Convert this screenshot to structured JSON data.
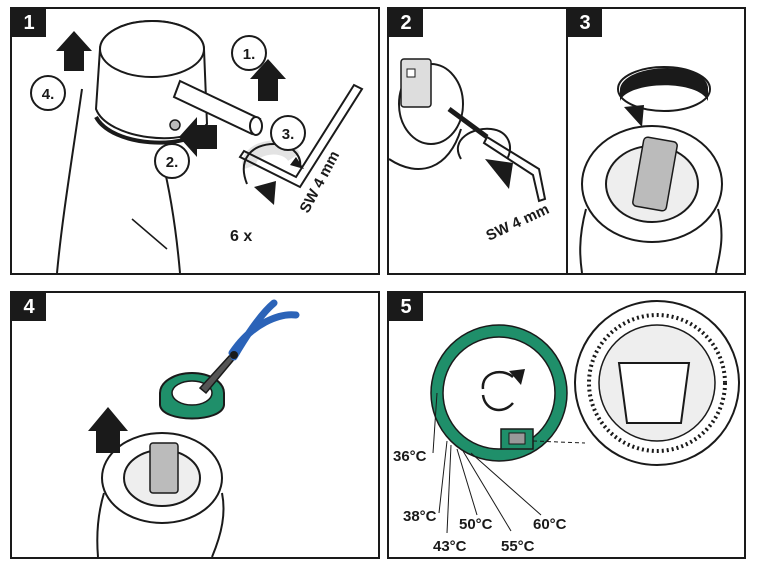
{
  "panels": {
    "p1": {
      "number": "1",
      "step1": "1.",
      "step2": "2.",
      "step3": "3.",
      "step4": "4.",
      "count": "6 x",
      "tool": "SW 4 mm"
    },
    "p2": {
      "number": "2",
      "tool": "SW 4 mm"
    },
    "p3": {
      "number": "3"
    },
    "p4": {
      "number": "4"
    },
    "p5": {
      "number": "5",
      "temps": [
        "36°C",
        "38°C",
        "43°C",
        "50°C",
        "55°C",
        "60°C"
      ]
    }
  },
  "colors": {
    "stroke": "#1a1a1a",
    "ring_green": "#1f8f6a",
    "plier_blue": "#2b63b8",
    "arrow": "#1a1a1a"
  }
}
